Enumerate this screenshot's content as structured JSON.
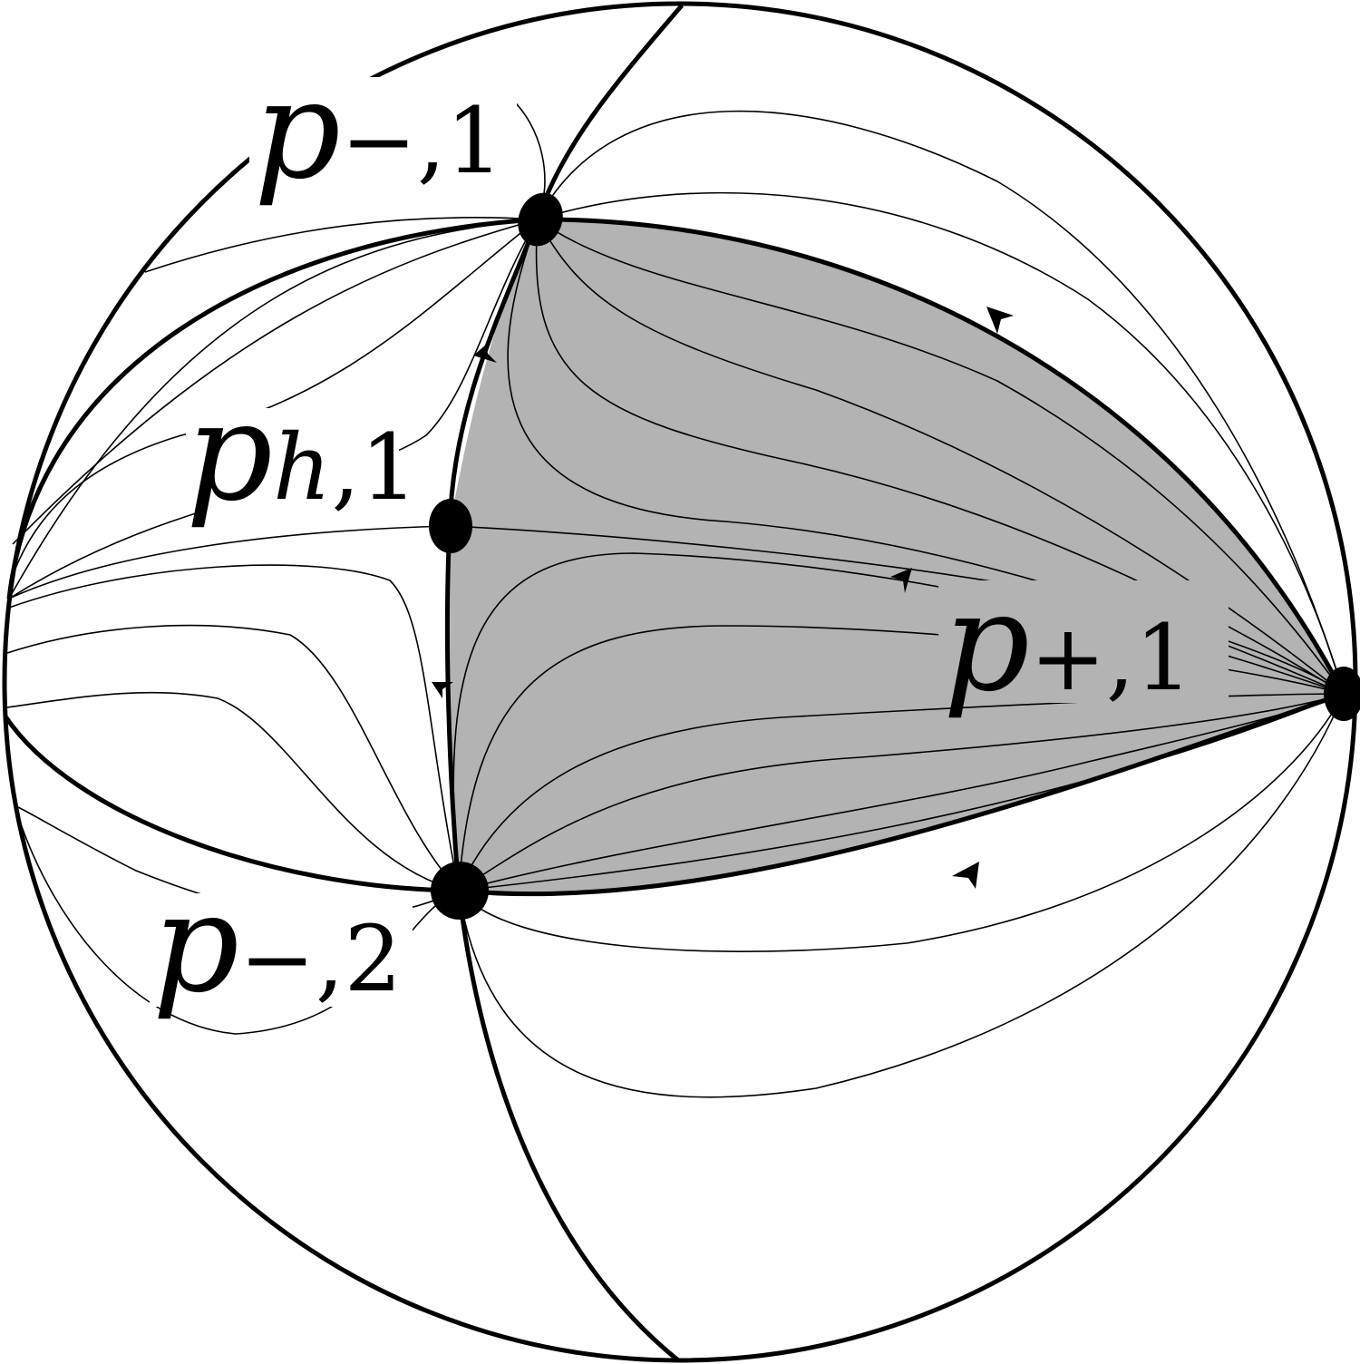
{
  "labels": {
    "p_minus_1": {
      "main": "p",
      "sub": "−,1"
    },
    "p_h_1": {
      "main": "p",
      "sub_h": "h",
      "sub_rest": ",1"
    },
    "p_plus_1": {
      "main": "p",
      "sub": "+,1"
    },
    "p_minus_2": {
      "main": "p",
      "sub": "−,2"
    }
  },
  "colors": {
    "ink": "#000000",
    "shaded_region": "#b3b3b3",
    "background": "#ffffff"
  }
}
